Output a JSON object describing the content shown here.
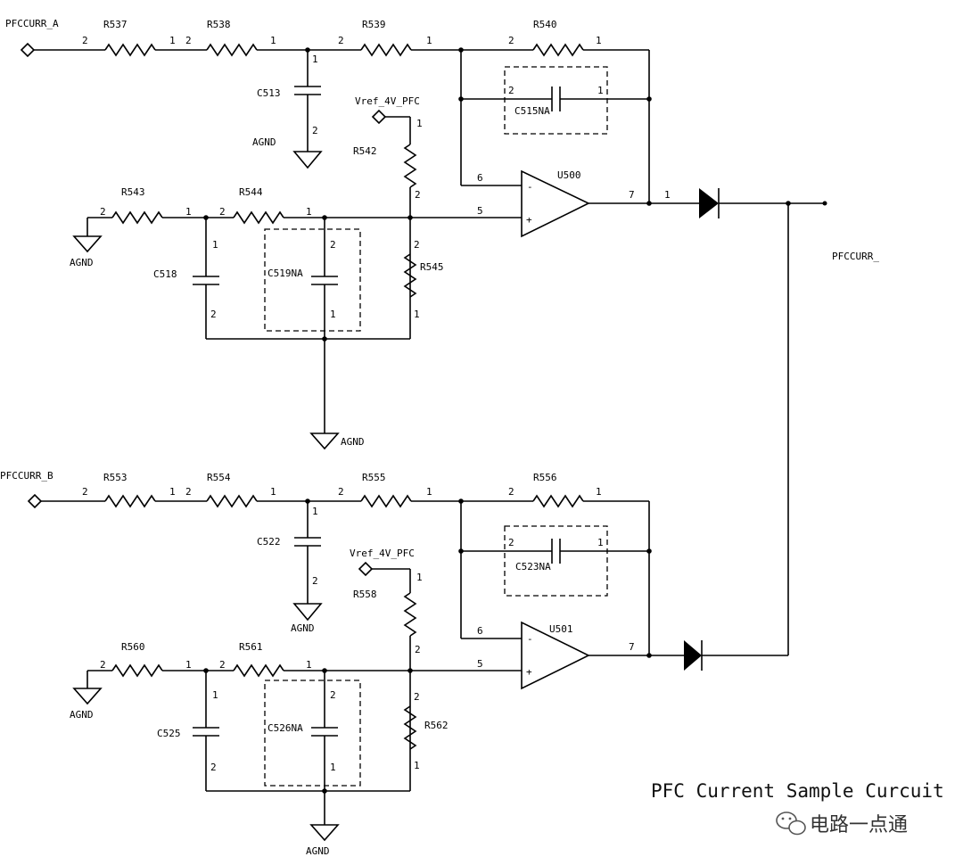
{
  "title": "PFC Current Sample Curcuit",
  "watermark": "电路一点通",
  "output_net": "PFCCURR_",
  "stage_a": {
    "input_net": "PFCCURR_A",
    "r_in1": "R537",
    "r_in2": "R538",
    "r_in3": "R539",
    "r_fb": "R540",
    "c_in": "C513",
    "c_fb": "C515NA",
    "vref": "Vref_4V_PFC",
    "r_ref": "R542",
    "r_p1": "R543",
    "r_p2": "R544",
    "r_bias": "R545",
    "c_p1": "C518",
    "c_p2": "C519NA",
    "opamp": "U500",
    "gnd": "AGND"
  },
  "stage_b": {
    "input_net": "PFCCURR_B",
    "r_in1": "R553",
    "r_in2": "R554",
    "r_in3": "R555",
    "r_fb": "R556",
    "c_in": "C522",
    "c_fb": "C523NA",
    "vref": "Vref_4V_PFC",
    "r_ref": "R558",
    "r_p1": "R560",
    "r_p2": "R561",
    "r_bias": "R562",
    "c_p1": "C525",
    "c_p2": "C526NA",
    "opamp": "U501",
    "gnd": "AGND"
  },
  "pins": {
    "one": "1",
    "two": "2",
    "five": "5",
    "six": "6",
    "seven": "7",
    "minus": "-",
    "plus": "+"
  }
}
